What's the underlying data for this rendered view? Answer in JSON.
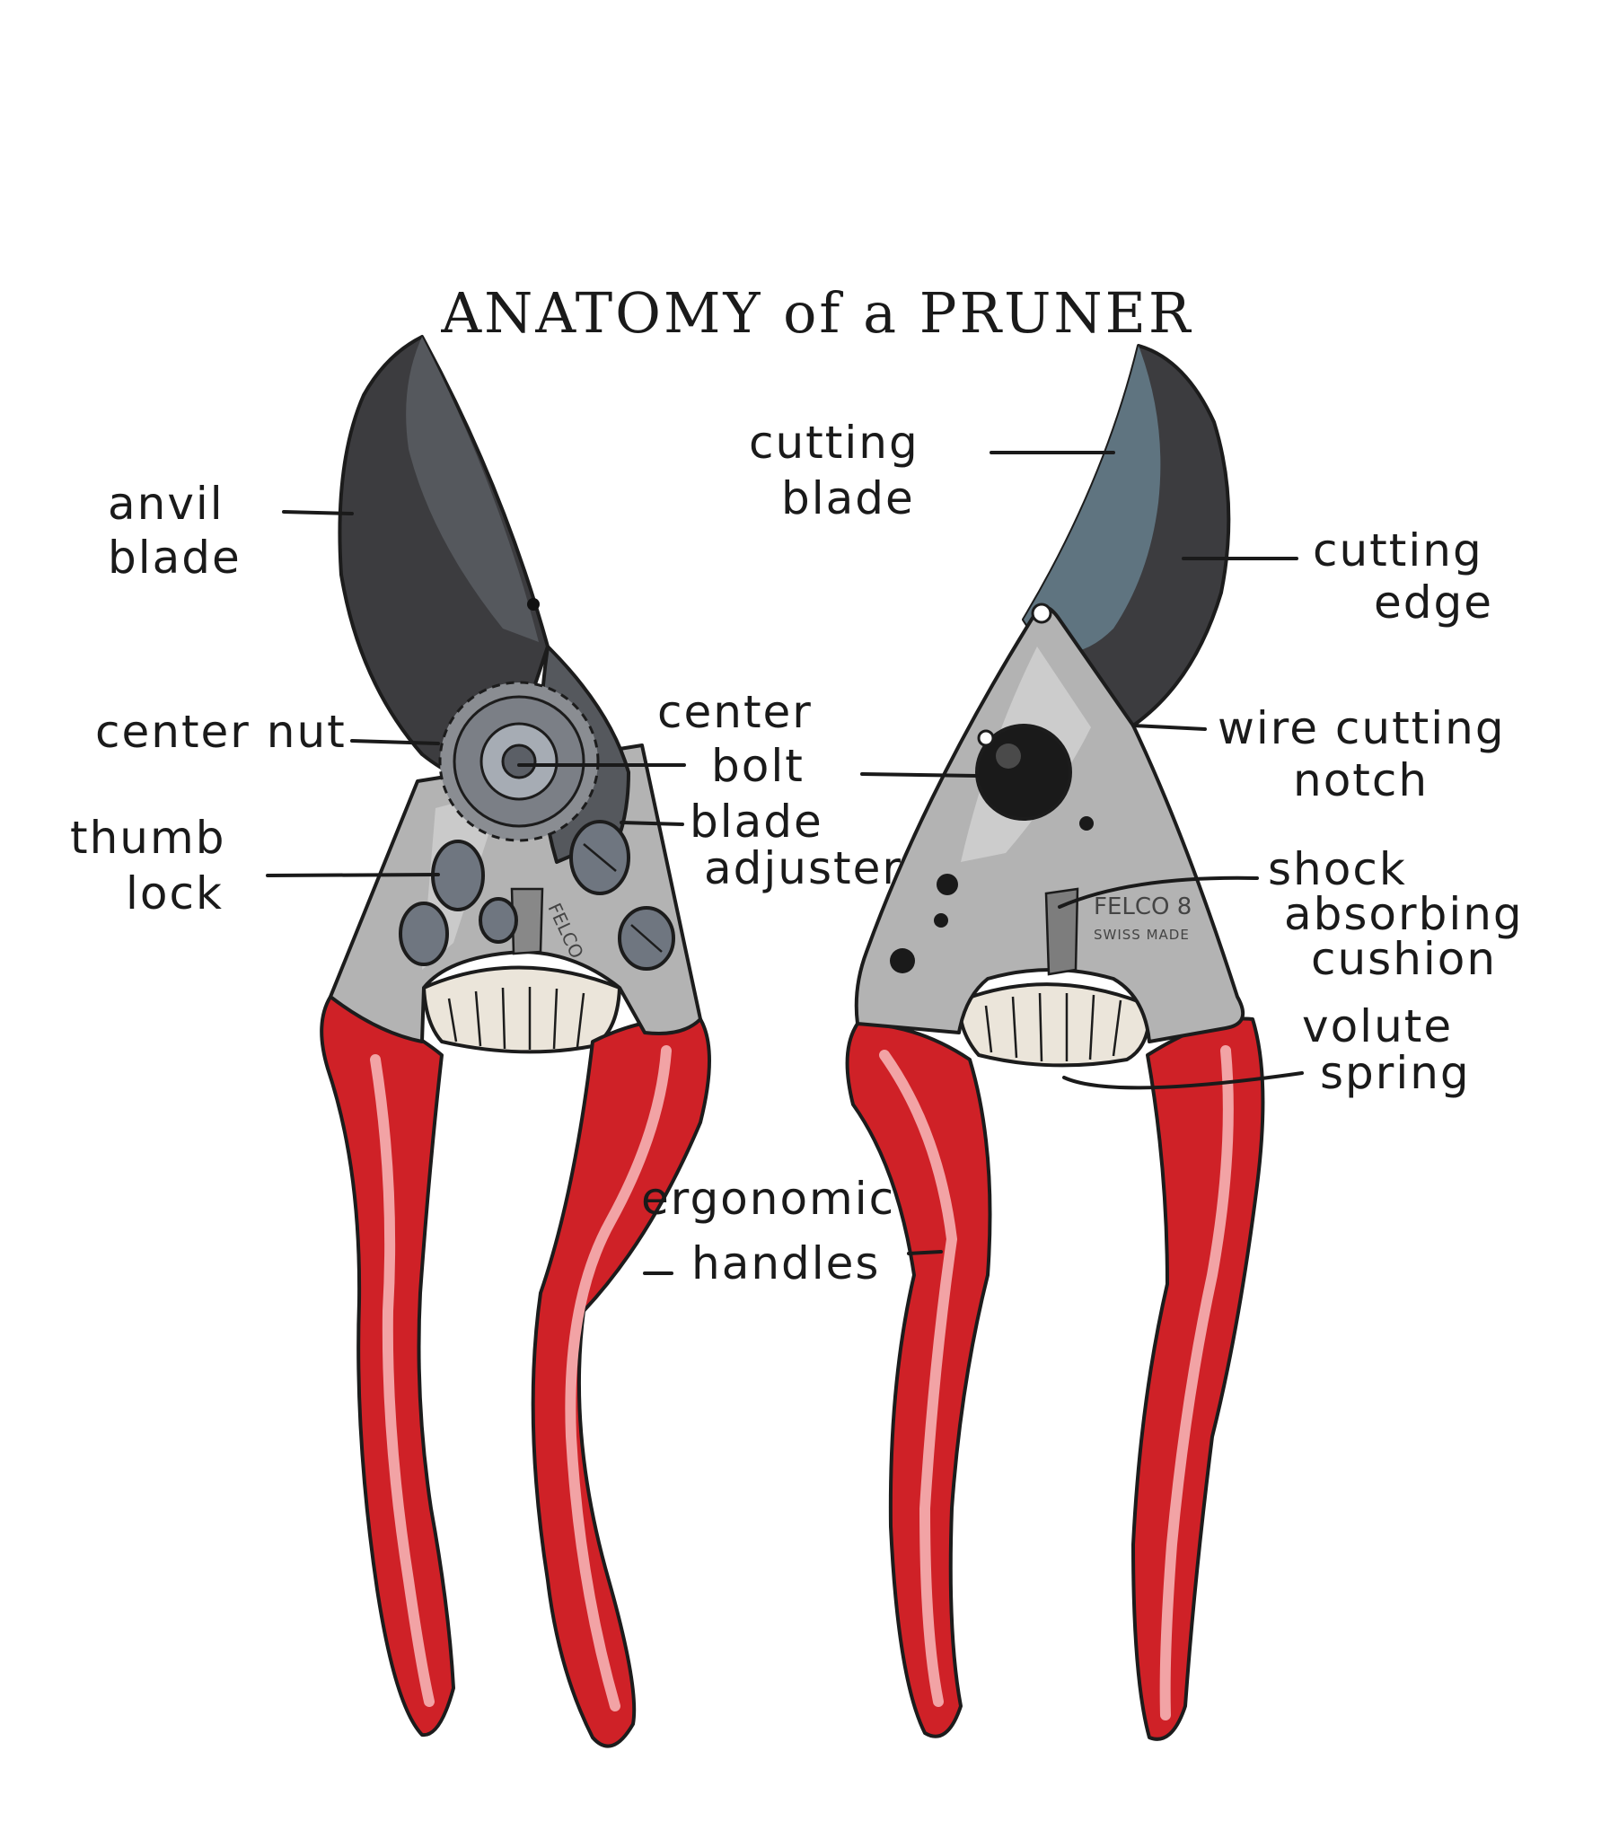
{
  "title": "ANATOMY of a PRUNER",
  "labels": {
    "anvil_blade": [
      "anvil",
      "blade"
    ],
    "center_nut": "center nut",
    "thumb_lock": [
      "thumb",
      "lock"
    ],
    "center_bolt": [
      "center",
      "bolt"
    ],
    "blade_adjuster": [
      "blade",
      "adjuster"
    ],
    "cutting_blade": [
      "cutting",
      "blade"
    ],
    "cutting_edge": [
      "cutting",
      "edge"
    ],
    "wire_cutting_notch": [
      "wire cutting",
      "notch"
    ],
    "shock_absorbing_cushion": [
      "shock",
      "absorbing",
      "cushion"
    ],
    "volute_spring": [
      "volute",
      "spring"
    ],
    "ergonomic_handles": [
      "ergonomic",
      "handles"
    ]
  },
  "stamps": {
    "brand_left": "FELCO",
    "brand_right": "FELCO 8",
    "made": "SWISS MADE"
  },
  "colors": {
    "handle_red": "#cf2127",
    "handle_highlight": "#f2a3a5",
    "blade_dark": "#3c3c3f",
    "blade_mid": "#55585d",
    "blade_steel": "#5f7480",
    "plate_gray": "#b3b3b3",
    "plate_light": "#d4d4d4",
    "spring_cream": "#ebe5da",
    "ink": "#1a1a1a"
  }
}
